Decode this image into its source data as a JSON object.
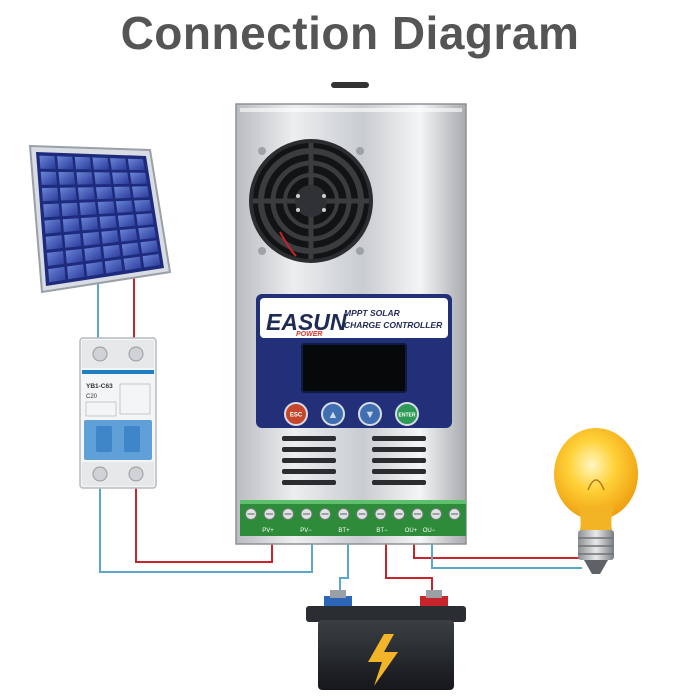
{
  "title": "Connection Diagram",
  "controller": {
    "brand_main": "EASUN",
    "brand_sub": "POWER",
    "product_line1": "MPPT SOLAR",
    "product_line2": "CHARGE CONTROLLER",
    "buttons": [
      {
        "label": "ESC",
        "color": "#c4472b"
      },
      {
        "label": "▲",
        "color": "#3f6fb0"
      },
      {
        "label": "▼",
        "color": "#3f6fb0"
      },
      {
        "label": "ENTER",
        "color": "#2f9a57"
      }
    ],
    "terminals": [
      "PV+",
      "PV−",
      "BT+",
      "BT−",
      "OU+",
      "OU−"
    ]
  },
  "breaker": {
    "model": "YB1-C63",
    "rating": "C20"
  },
  "colors": {
    "positive_wire": "#c8242b",
    "negative_wire": "#5aa7c8",
    "panel_blue": "#22307a",
    "terminal_green": "#2e8b3a"
  }
}
